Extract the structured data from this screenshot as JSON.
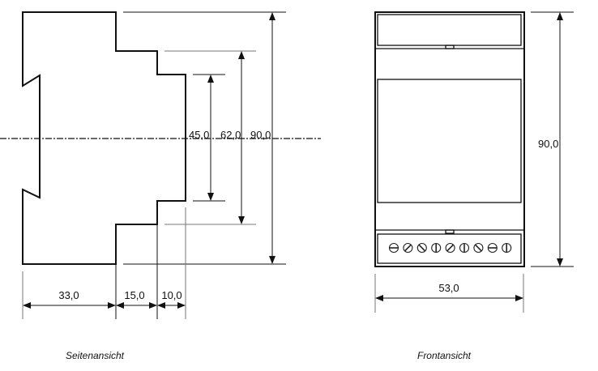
{
  "side_view": {
    "caption": "Seitenansicht",
    "dimensions": {
      "height_inner": "45,0",
      "height_mid": "62,0",
      "height_total": "90,0",
      "depth_rear": "33,0",
      "depth_mid": "15,0",
      "depth_front": "10,0"
    }
  },
  "front_view": {
    "caption": "Frontansicht",
    "dimensions": {
      "height": "90,0",
      "width": "53,0"
    },
    "terminal_count": 9
  }
}
